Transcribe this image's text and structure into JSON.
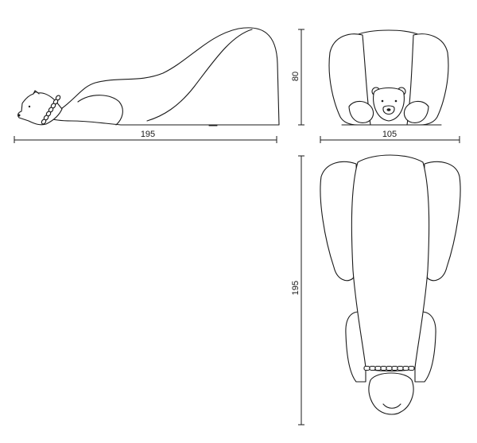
{
  "dimensions": {
    "side_length": "195",
    "side_height": "80",
    "front_width": "105",
    "top_length": "195"
  },
  "colors": {
    "line": "#1a1a1a",
    "background": "#ffffff"
  }
}
